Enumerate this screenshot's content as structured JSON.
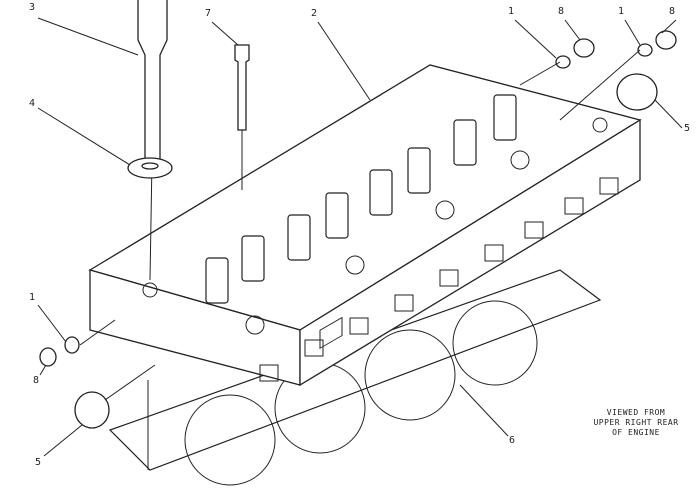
{
  "diagram": {
    "callouts": [
      {
        "id": "c3",
        "text": "3"
      },
      {
        "id": "c7",
        "text": "7"
      },
      {
        "id": "c2",
        "text": "2"
      },
      {
        "id": "c1a",
        "text": "1"
      },
      {
        "id": "c8a",
        "text": "8"
      },
      {
        "id": "c1b",
        "text": "1"
      },
      {
        "id": "c8b",
        "text": "8"
      },
      {
        "id": "c4",
        "text": "4"
      },
      {
        "id": "c5a",
        "text": "5"
      },
      {
        "id": "c1c",
        "text": "1"
      },
      {
        "id": "c8c",
        "text": "8"
      },
      {
        "id": "c5b",
        "text": "5"
      },
      {
        "id": "c6",
        "text": "6"
      }
    ],
    "view_note": [
      "VIEWED FROM",
      "UPPER RIGHT REAR",
      "OF ENGINE"
    ],
    "line_color": "#222222"
  }
}
